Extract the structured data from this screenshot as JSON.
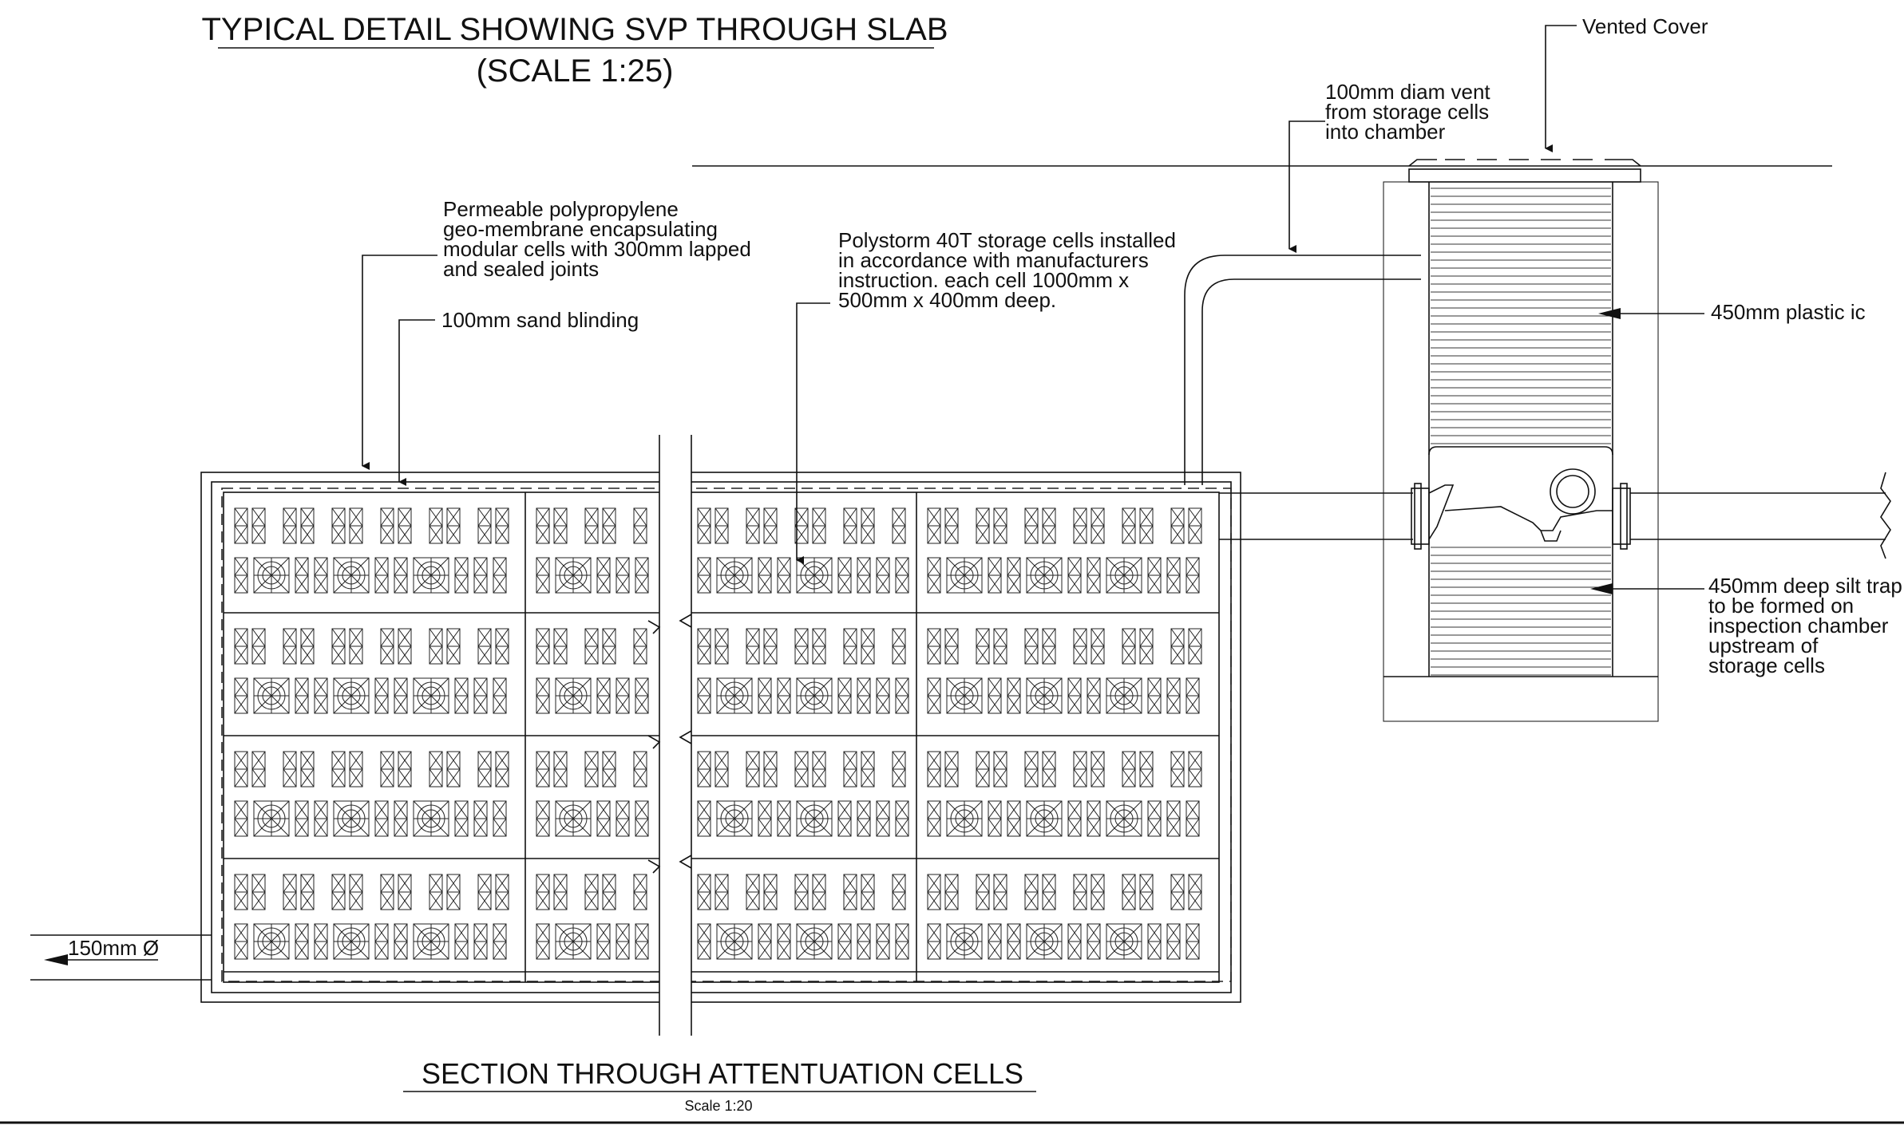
{
  "title_top": {
    "line1": "TYPICAL DETAIL SHOWING SVP THROUGH SLAB",
    "line2": "(SCALE 1:25)"
  },
  "title_bottom": {
    "main": "SECTION THROUGH ATTENTUATION CELLS",
    "scale": "Scale 1:20"
  },
  "notes": {
    "vented_cover": "Vented Cover",
    "vent": [
      "100mm diam vent",
      "from storage cells",
      "into chamber"
    ],
    "membrane": [
      "Permeable polypropylene",
      "geo-membrane encapsulating",
      "modular cells with 300mm lapped",
      "and sealed joints"
    ],
    "sand": "100mm sand blinding",
    "polystorm": [
      "Polystorm 40T storage cells installed",
      "in accordance with manufacturers",
      "instruction. each cell 1000mm x",
      "500mm x 400mm deep."
    ],
    "plastic_ic": "450mm plastic ic",
    "silt_trap": [
      "450mm deep silt trap",
      "to be formed on",
      "inspection chamber",
      "upstream of",
      "storage cells"
    ],
    "outlet": "150mm Ø"
  },
  "cell_grid": {
    "rows": 4,
    "columns": 4
  }
}
